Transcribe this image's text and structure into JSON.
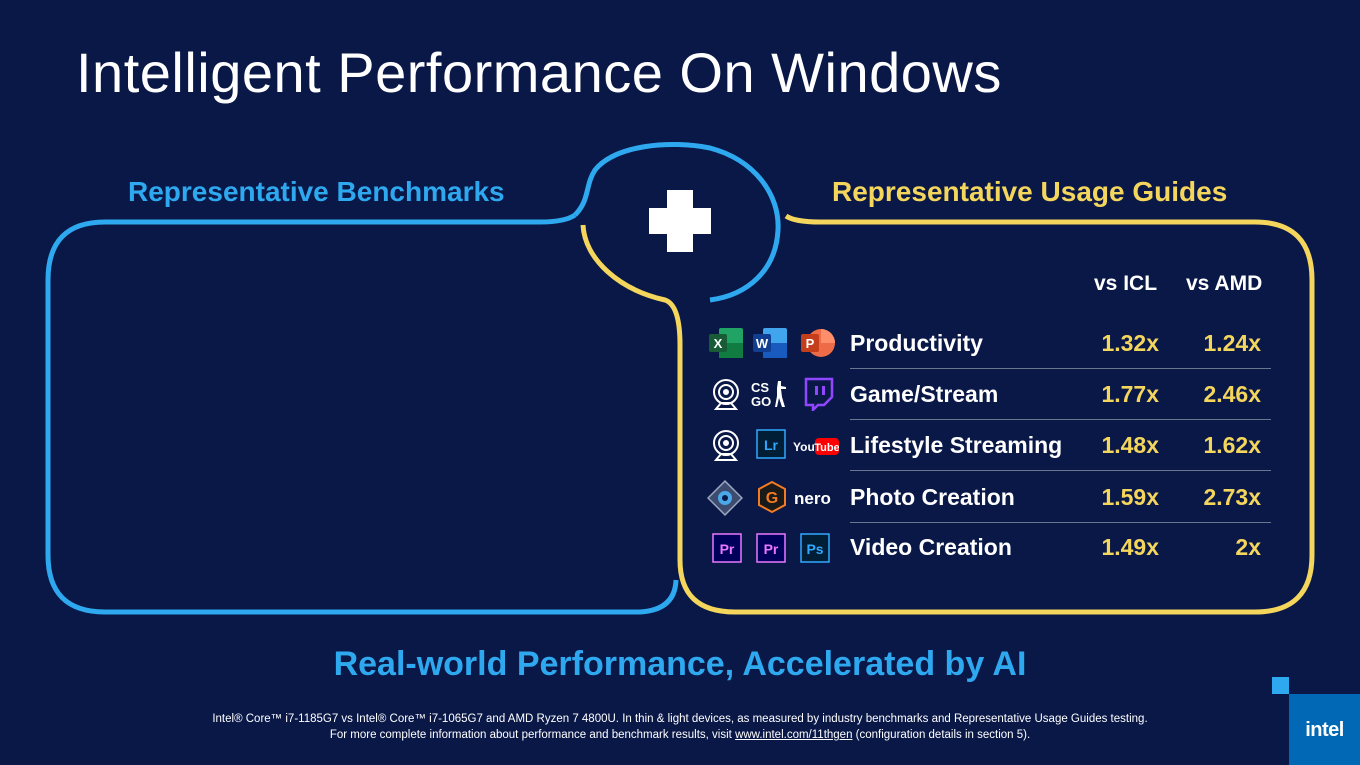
{
  "title": "Intelligent Performance On Windows",
  "plus_symbol": "✚",
  "benchmarks_heading": "Representative Benchmarks",
  "usage_heading": "Representative Usage Guides",
  "columns": {
    "icl": "vs ICL",
    "amd": "vs AMD"
  },
  "rows": [
    {
      "label": "Productivity",
      "icl": "1.32x",
      "amd": "1.24x",
      "icons": [
        "excel-icon",
        "word-icon",
        "powerpoint-icon"
      ]
    },
    {
      "label": "Game/Stream",
      "icl": "1.77x",
      "amd": "2.46x",
      "icons": [
        "webcam-icon",
        "csgo-icon",
        "twitch-icon"
      ]
    },
    {
      "label": "Lifestyle Streaming",
      "icl": "1.48x",
      "amd": "1.62x",
      "icons": [
        "webcam-icon",
        "lightroom-icon",
        "youtube-icon"
      ]
    },
    {
      "label": "Photo Creation",
      "icl": "1.59x",
      "amd": "2.73x",
      "icons": [
        "aperture-icon",
        "topaz-icon",
        "nero-icon"
      ]
    },
    {
      "label": "Video Creation",
      "icl": "1.49x",
      "amd": "2x",
      "icons": [
        "premiere-icon",
        "premiere-icon",
        "photoshop-icon"
      ]
    }
  ],
  "icon_text": {
    "excel": "X",
    "word": "W",
    "powerpoint": "P",
    "csgo_top": "CS",
    "csgo_bottom": "GO",
    "lightroom": "Lr",
    "youtube_you": "You",
    "youtube_tube": "Tube",
    "topaz": "G",
    "nero": "nero",
    "premiere": "Pr",
    "photoshop": "Ps"
  },
  "tagline": "Real-world Performance, Accelerated by AI",
  "footnote_line1": "Intel® Core™ i7-1185G7 vs Intel® Core™ i7-1065G7 and AMD Ryzen 7 4800U. In thin & light devices, as measured by industry benchmarks and Representative Usage Guides testing.",
  "footnote_line2_before": "For more complete information about performance and benchmark results, visit ",
  "footnote_link": "www.intel.com/11thgen",
  "footnote_line2_after": " (configuration details in section 5).",
  "intel_logo": "intel",
  "colors": {
    "background": "#0a1848",
    "blue_accent": "#2ea9f0",
    "yellow_accent": "#f4d65c",
    "intel_blue": "#0068b5"
  }
}
